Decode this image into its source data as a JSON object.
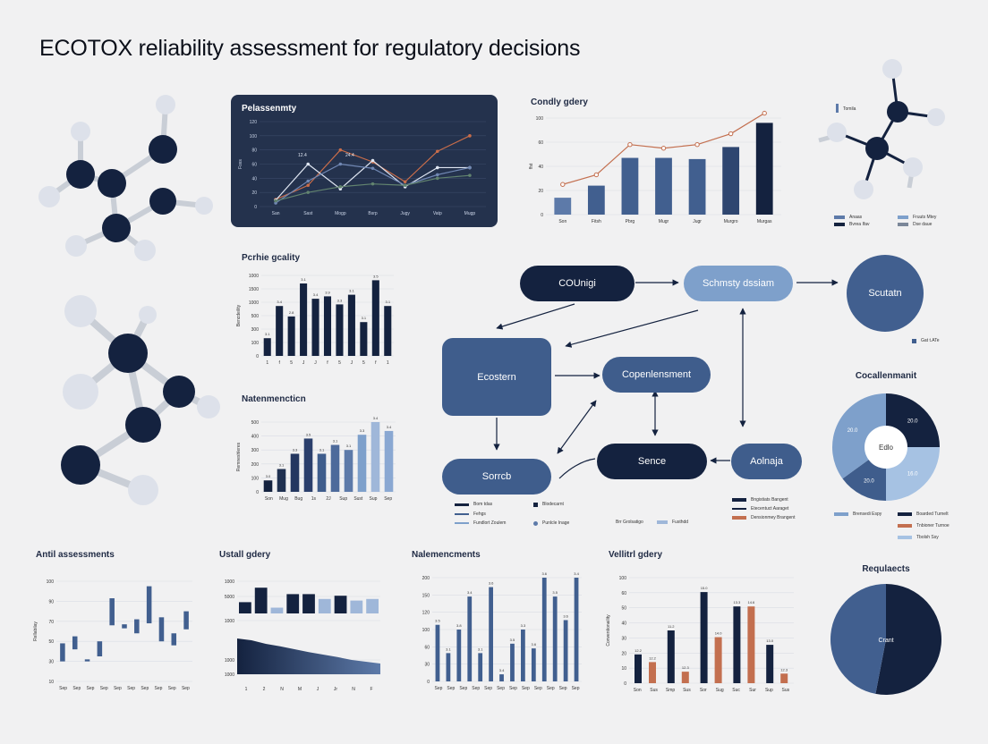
{
  "page": {
    "title": "ECOTOX reliability assessment for regulatory decisions"
  },
  "colors": {
    "navy": "#14223f",
    "blue": "#415f8f",
    "mid": "#5d7aa9",
    "light": "#9fb7d9",
    "orange": "#c36f4f",
    "darkPanel": "#24324d"
  },
  "chart_data": [
    {
      "id": "panel-line",
      "type": "line",
      "title": "Pelassenmty",
      "ylabel": "Foss",
      "categories": [
        "San",
        "Sast",
        "Mogp",
        "Bsrp",
        "Jugy",
        "Vatp",
        "Mugp"
      ],
      "y_ticks": [
        "0",
        "20",
        "40",
        "60",
        "80",
        "100",
        "120"
      ],
      "ylim": [
        0,
        120
      ],
      "series": [
        {
          "color": "#c96d4a",
          "values": [
            10,
            30,
            80,
            63,
            35,
            78,
            100
          ]
        },
        {
          "color": "#dfe6f2",
          "values": [
            9,
            60,
            25,
            65,
            28,
            55,
            55
          ]
        },
        {
          "color": "#7188b4",
          "values": [
            5,
            36,
            60,
            54,
            30,
            45,
            55
          ]
        },
        {
          "color": "#62846f",
          "values": [
            8,
            20,
            28,
            32,
            30,
            40,
            44
          ]
        }
      ],
      "data_labels": [
        "12.4",
        "24.4"
      ]
    },
    {
      "id": "combo",
      "type": "bar",
      "title": "Condly gdery",
      "ylabel": "ffst",
      "categories": [
        "Son",
        "Fitsh",
        "Pbrg",
        "Mugr",
        "Jugr",
        "Murgro",
        "Murgas"
      ],
      "y_ticks": [
        "0",
        "20",
        "40",
        "60",
        "100"
      ],
      "ylim": [
        0,
        80
      ],
      "values": [
        14,
        24,
        47,
        47,
        46,
        56,
        76
      ],
      "line_values": [
        25,
        33,
        58,
        55,
        58,
        67,
        84
      ]
    },
    {
      "id": "pattern-bars",
      "type": "bar",
      "title": "Pcrhie gcality",
      "ylabel": "Bencdeility",
      "categories": [
        "1",
        "f",
        "5",
        "J",
        "J",
        "f",
        "5",
        "J",
        "5",
        "f",
        "1"
      ],
      "y_ticks": [
        "0",
        "100",
        "300",
        "500",
        "1000",
        "1500",
        "1000"
      ],
      "ylim": [
        0,
        1000
      ],
      "values": [
        220,
        620,
        490,
        900,
        710,
        740,
        640,
        760,
        420,
        940,
        620
      ],
      "data_labels": [
        "3.1",
        "3.4",
        "2.8",
        "3.1",
        "3.4",
        "3.9",
        "3.3",
        "3.1",
        "3.1",
        "3.5",
        "3.1"
      ]
    },
    {
      "id": "gradient-bars",
      "type": "bar",
      "title": "Natenmencticn",
      "ylabel": "Remneshleres",
      "categories": [
        "Son",
        "Mug",
        "Bug",
        "1s",
        "2J",
        "Sup",
        "Sust",
        "Sup",
        "Sep"
      ],
      "y_ticks": [
        "0",
        "100",
        "200",
        "300",
        "400",
        "500"
      ],
      "ylim": [
        0,
        500
      ],
      "values": [
        90,
        180,
        300,
        420,
        300,
        370,
        330,
        450,
        550,
        480
      ],
      "data_labels": [
        "3.0",
        "3.1",
        "3.3",
        "3.5",
        "3.1",
        "3.1",
        "3.1",
        "3.3",
        "3.4",
        "3.4"
      ]
    },
    {
      "id": "floating",
      "type": "bar",
      "title": "Antil assessments",
      "ylabel": "Rellabilay",
      "categories": [
        "Sep",
        "Sep",
        "Sep",
        "Sep",
        "Sep",
        "Sep",
        "Sep",
        "Sep",
        "Sep",
        "Sep"
      ],
      "y_ticks": [
        "10",
        "30",
        "50",
        "70",
        "90",
        "100"
      ],
      "ylim": [
        0,
        100
      ],
      "ranges": [
        [
          20,
          38
        ],
        [
          32,
          45
        ],
        [
          20,
          22
        ],
        [
          25,
          40
        ],
        [
          56,
          83
        ],
        [
          53,
          57
        ],
        [
          48,
          62
        ],
        [
          58,
          95
        ],
        [
          40,
          64
        ],
        [
          36,
          48
        ],
        [
          52,
          70
        ]
      ]
    },
    {
      "id": "area-combo",
      "type": "area",
      "title": "Ustall gdery",
      "ylabel": "",
      "categories": [
        "1",
        "2",
        "N",
        "M",
        "J",
        "Jr",
        "N",
        "F"
      ],
      "y_ticks": [
        "1000",
        "5000",
        "1000",
        "1000",
        "1000"
      ],
      "bar_values": [
        35,
        80,
        18,
        60,
        60,
        45,
        55,
        40,
        45
      ],
      "area_values": [
        100,
        95,
        85,
        78,
        70,
        62,
        55,
        48,
        40,
        35,
        30
      ]
    },
    {
      "id": "tall-bars",
      "type": "bar",
      "title": "Nalemencments",
      "ylabel": "",
      "categories": [
        "Sep",
        "Sep",
        "Sep",
        "Sep",
        "Sep",
        "Sep",
        "Sep",
        "Sep",
        "Sep",
        "Sep",
        "Sep",
        "Sep"
      ],
      "y_ticks": [
        "0",
        "30",
        "60",
        "100",
        "120",
        "150",
        "200"
      ],
      "ylim": [
        0,
        200
      ],
      "values": [
        120,
        60,
        110,
        180,
        60,
        200,
        15,
        80,
        110,
        70,
        220,
        180,
        130,
        220
      ],
      "data_labels": [
        "3.5",
        "3.1",
        "3.8",
        "3.4",
        "3.1",
        "3.6",
        "3.4",
        "3.5",
        "3.3",
        "3.6",
        "3.6",
        "3.5",
        "3.6",
        "3.4"
      ]
    },
    {
      "id": "grouped",
      "type": "bar",
      "title": "Vellitrl gdery",
      "ylabel": "Conventionaility",
      "categories": [
        "Son",
        "Sus",
        "Smp",
        "Sus",
        "Sor",
        "Sug",
        "Suc",
        "Sur",
        "Sup",
        "Sus"
      ],
      "y_ticks": [
        "0",
        "10",
        "20",
        "30",
        "40",
        "50",
        "60",
        "100"
      ],
      "ylim": [
        0,
        110
      ],
      "series": [
        {
          "color": "#14223f",
          "values": [
            30,
            55,
            95,
            80,
            40
          ]
        },
        {
          "color": "#c36f4f",
          "values": [
            22,
            12,
            48,
            80,
            10
          ]
        }
      ],
      "data_labels": [
        "12.2",
        "12.2",
        "11.2",
        "12.3",
        "15.0",
        "14.0",
        "13.3",
        "14.6",
        "13.0",
        "12.3"
      ]
    },
    {
      "id": "donut",
      "type": "pie",
      "title": "Cocallenmanit",
      "center_label": "Edlo",
      "slices": [
        {
          "value": 25,
          "label": "20.0",
          "color": "#14223f"
        },
        {
          "value": 25,
          "label": "16.0",
          "color": "#a6c2e3"
        },
        {
          "value": 15,
          "label": "20.0",
          "color": "#3f5d8c"
        },
        {
          "value": 35,
          "label": "20.0",
          "color": "#7ea0cb"
        }
      ]
    },
    {
      "id": "pie",
      "type": "pie",
      "title": "Requlaects",
      "center_label": "Crant",
      "slices": [
        {
          "value": 53,
          "color": "#14223f"
        },
        {
          "value": 47,
          "color": "#415f8f"
        }
      ]
    }
  ],
  "flow": {
    "nodes": {
      "n1": "COUnigi",
      "n2": "Schmsty dssiam",
      "n3": "Ecostern",
      "n4": "Copenlensment",
      "n5": "Sorrcb",
      "n6": "Sence",
      "n7": "Aolnaja",
      "circle": "Scutatn"
    },
    "circle_legend": "Gat t.ATe",
    "legend_left": [
      "Bom tdas",
      "Blodecarnt",
      "Fehgs",
      "Fundlort Zoulem",
      "Punlcle Inage"
    ],
    "legend_right": [
      "Bngistiats Bangent",
      "Etecentuct Aaraget",
      "Densionmey Brangent"
    ],
    "legend_bottom": [
      "Brr Grolsatigo",
      "Fusthdd"
    ]
  },
  "molecule_legend": {
    "title": "Tomila",
    "items": [
      "Anaas",
      "Fruuts Mtey",
      "Bvrea Ifav",
      "Dse daue"
    ]
  },
  "donut_legend": [
    "Brensedi Espy",
    "Boarded Turnelt",
    "Tnbioner Turnoe",
    "Tbolsh Ssy"
  ]
}
